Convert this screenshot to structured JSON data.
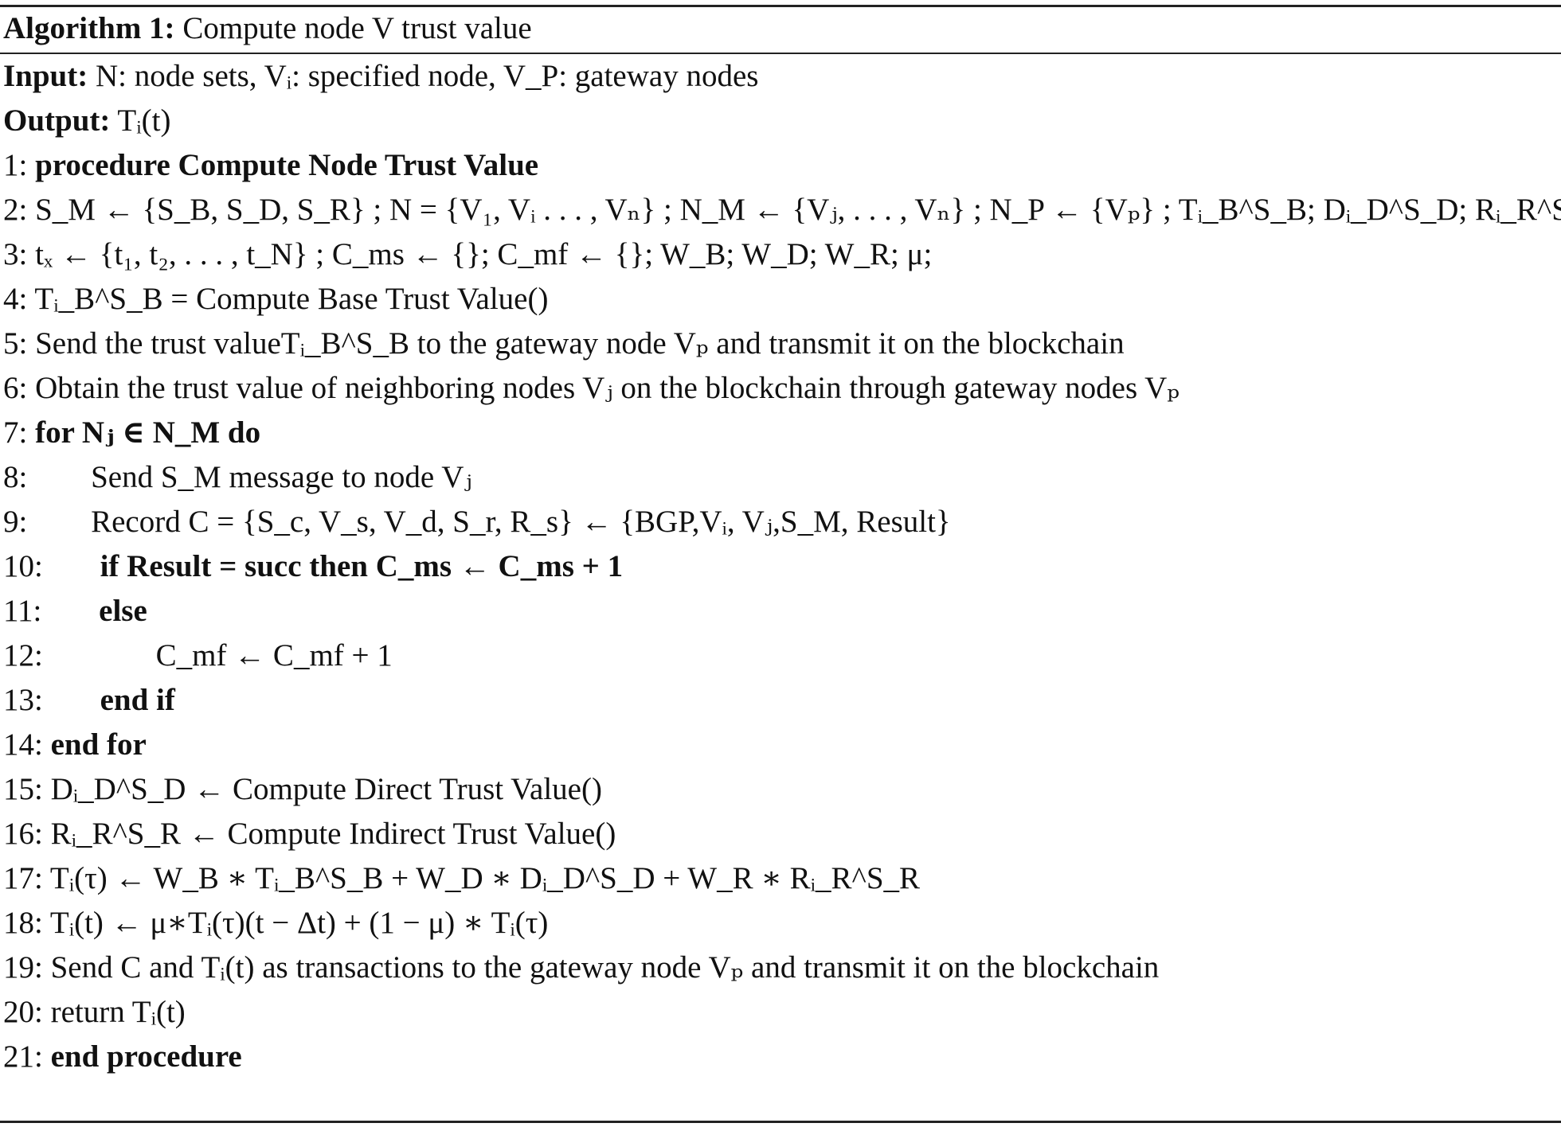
{
  "algorithm": {
    "label": "Algorithm 1:",
    "title": "Compute node V trust value"
  },
  "input": {
    "label": "Input:",
    "text": "N: node sets, Vᵢ: specified node, V_P: gateway nodes"
  },
  "output": {
    "label": "Output:",
    "text": "Tᵢ(t)"
  },
  "lines": [
    {
      "num": "1:",
      "text": "procedure Compute Node Trust Value"
    },
    {
      "num": "2:",
      "text": "S_M ← {S_B, S_D, S_R} ; N = {V₁, Vᵢ . . . , Vₙ} ; N_M ← {Vⱼ, . . . , Vₙ} ; N_P ← {Vₚ} ; Tᵢ_B^S_B; Dᵢ_D^S_D; Rᵢ_R^S_R;"
    },
    {
      "num": "3:",
      "text": "tₓ ← {t₁, t₂, . . . , t_N} ; C_ms ← {}; C_mf ← {}; W_B; W_D; W_R;  μ;"
    },
    {
      "num": "4:",
      "text": "Tᵢ_B^S_B  =  Compute Base Trust Value()"
    },
    {
      "num": "5:",
      "text": "Send the trust valueTᵢ_B^S_B  to the gateway node Vₚ  and transmit it on the blockchain"
    },
    {
      "num": "6:",
      "text": "Obtain the trust value of neighboring nodes Vⱼ on the blockchain through gateway nodes Vₚ"
    },
    {
      "num": "7:",
      "text": "for Nⱼ ∈ N_M                           do"
    },
    {
      "num": "8:",
      "text": "Send S_M  message to node Vⱼ"
    },
    {
      "num": "9:",
      "text": "Record  C = {S_c, V_s, V_d, S_r, R_s}  ←  {BGP,Vᵢ, Vⱼ,S_M, Result}"
    },
    {
      "num": "10:",
      "text": "if Result = succ then  C_ms ← C_ms + 1"
    },
    {
      "num": "11:",
      "text": "else"
    },
    {
      "num": "12:",
      "text": "C_mf ← C_mf + 1"
    },
    {
      "num": "13:",
      "text": "end if"
    },
    {
      "num": "14:",
      "text": "end for"
    },
    {
      "num": "15:",
      "text": "Dᵢ_D^S_D ←  Compute Direct Trust Value()"
    },
    {
      "num": "16:",
      "text": "Rᵢ_R^S_R ←  Compute Indirect Trust Value()"
    },
    {
      "num": "17:",
      "text": "Tᵢ(τ) ← W_B ∗ Tᵢ_B^S_B + W_D ∗ Dᵢ_D^S_D + W_R ∗ Rᵢ_R^S_R"
    },
    {
      "num": "18:",
      "text": "Tᵢ(t) ← μ∗Tᵢ(τ)(t − Δt) + (1 − μ) ∗ Tᵢ(τ)"
    },
    {
      "num": "19:",
      "text": "Send C  and Tᵢ(t)  as transactions to the gateway node Vₚ  and transmit it on the blockchain"
    },
    {
      "num": "20:",
      "text": "return  Tᵢ(t)"
    },
    {
      "num": "21:",
      "text": "end procedure"
    }
  ]
}
